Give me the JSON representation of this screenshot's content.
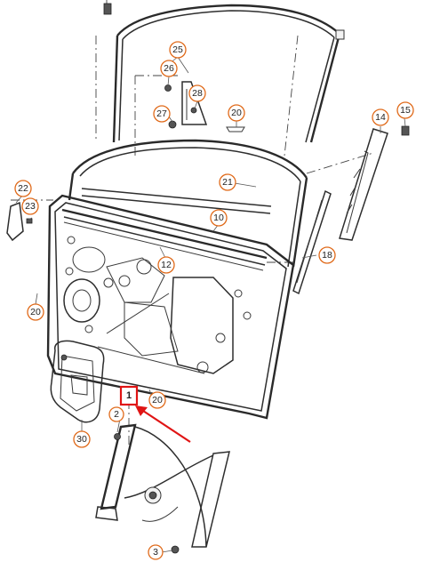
{
  "diagram": {
    "highlight_color": "#e01414",
    "callout_color": "#e06a1a",
    "selected_part": "1",
    "callouts": [
      {
        "id": "c1",
        "label": "1"
      },
      {
        "id": "c2",
        "label": "2"
      },
      {
        "id": "c3",
        "label": "3"
      },
      {
        "id": "c10",
        "label": "10"
      },
      {
        "id": "c12",
        "label": "12"
      },
      {
        "id": "c14",
        "label": "14"
      },
      {
        "id": "c15",
        "label": "15"
      },
      {
        "id": "c18",
        "label": "18"
      },
      {
        "id": "c20a",
        "label": "20"
      },
      {
        "id": "c20b",
        "label": "20"
      },
      {
        "id": "c20c",
        "label": "20"
      },
      {
        "id": "c21",
        "label": "21"
      },
      {
        "id": "c22",
        "label": "22"
      },
      {
        "id": "c23",
        "label": "23"
      },
      {
        "id": "c25",
        "label": "25"
      },
      {
        "id": "c26",
        "label": "26"
      },
      {
        "id": "c27",
        "label": "27"
      },
      {
        "id": "c28",
        "label": "28"
      },
      {
        "id": "c30",
        "label": "30"
      }
    ]
  }
}
